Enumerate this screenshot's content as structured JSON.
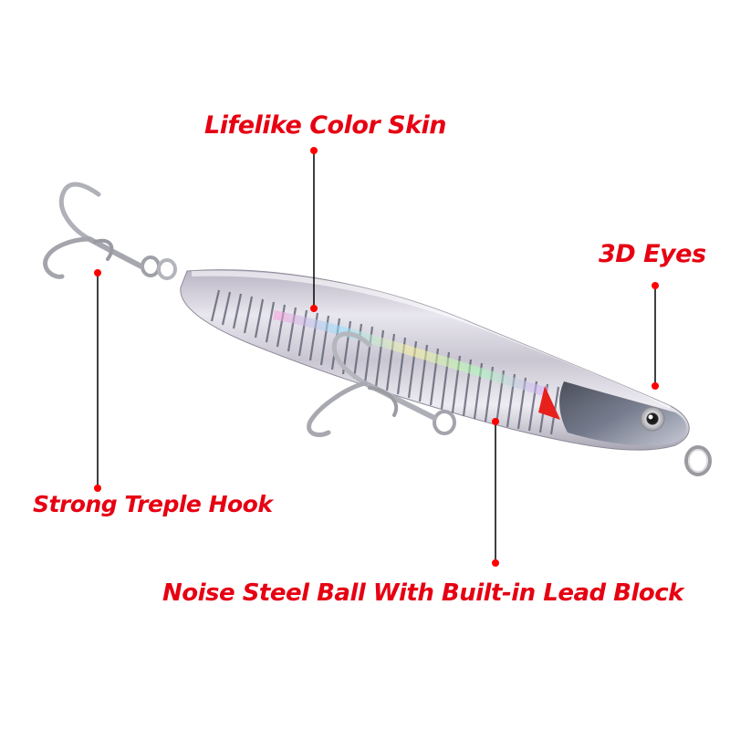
{
  "product": {
    "type": "fishing-lure",
    "features": [
      {
        "id": "skin",
        "label": "Lifelike Color Skin"
      },
      {
        "id": "eyes",
        "label": "3D Eyes"
      },
      {
        "id": "hook",
        "label": "Strong Treple Hook"
      },
      {
        "id": "ball",
        "label": "Noise Steel Ball With Built-in Lead Block"
      }
    ]
  },
  "colors": {
    "label": "#e60012",
    "callout_dot": "#ff0000",
    "callout_line": "#000000",
    "background": "#ffffff",
    "accent_gill": "#e8201c"
  }
}
